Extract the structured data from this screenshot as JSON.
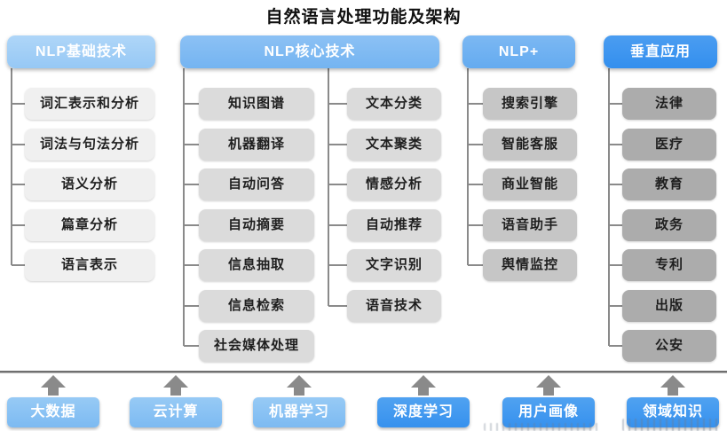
{
  "title": "自然语言处理功能及架构",
  "columns": [
    {
      "header": "NLP基础技术",
      "items": [
        "词汇表示和分析",
        "词法与句法分析",
        "语义分析",
        "篇章分析",
        "语言表示"
      ]
    },
    {
      "header": "NLP核心技术",
      "sub_columns": [
        {
          "items": [
            "知识图谱",
            "机器翻译",
            "自动问答",
            "自动摘要",
            "信息抽取",
            "信息检索",
            "社会媒体处理"
          ]
        },
        {
          "items": [
            "文本分类",
            "文本聚类",
            "情感分析",
            "自动推荐",
            "文字识别",
            "语音技术"
          ]
        }
      ]
    },
    {
      "header": "NLP+",
      "items": [
        "搜索引擎",
        "智能客服",
        "商业智能",
        "语音助手",
        "舆情监控"
      ]
    },
    {
      "header": "垂直应用",
      "items": [
        "法律",
        "医疗",
        "教育",
        "政务",
        "专利",
        "出版",
        "公安"
      ]
    }
  ],
  "foundation_row": {
    "items": [
      "大数据",
      "云计算",
      "机器学习",
      "深度学习",
      "用户画像",
      "领域知识"
    ]
  },
  "colors": {
    "header_basic": "#9FCCF6",
    "header_core": "#7EB9F2",
    "header_nlp_plus": "#6DAFF1",
    "header_vertical": "#3B94EF",
    "item_bg_basic": "#F0F0F0",
    "item_bg_core": "#DBDBDB",
    "item_bg_nlp_plus": "#C6C6C6",
    "item_bg_vertical": "#ACACAC",
    "foundation_light_blue": "#88C1F4",
    "foundation_dark_blue": "#4299F0",
    "connector_gray": "#8A8A8A",
    "text_white": "#FFFFFF",
    "text_dark": "#1F1F1F"
  }
}
